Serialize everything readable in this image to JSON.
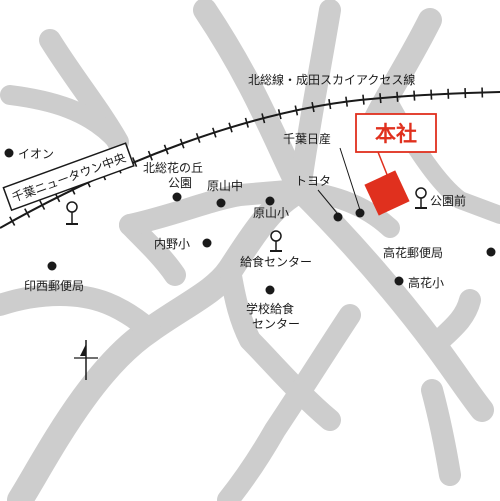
{
  "map": {
    "railway_label": "北総線・成田スカイアクセス線",
    "station_label": "千葉ニュータウン中央",
    "headquarters": {
      "label": "本社",
      "color": "#e0301e"
    },
    "landmarks": {
      "aeon": "イオン",
      "chiba_nissan": "千葉日産",
      "toyota": "トヨタ",
      "hokusoh_no_oka_park": [
        "北総花の丘",
        "公園"
      ],
      "harayama_jhs": "原山中",
      "harayama_es": "原山小",
      "uchino_es": "内野小",
      "kyushoku_center": "給食センター",
      "school_kyushoku_center": [
        "学校給食",
        "センター"
      ],
      "inzainishi_post_office": "印西郵便局",
      "koen_mae_bus_stop": "公園前",
      "takahana_post_office": "高花郵便局",
      "takahana_es": "高花小"
    },
    "icons": [
      "north-arrow-icon",
      "bus-stop-icon"
    ],
    "colors": {
      "road": "#cdcdcd",
      "ink": "#1a1a1a",
      "accent": "#e0301e"
    }
  }
}
